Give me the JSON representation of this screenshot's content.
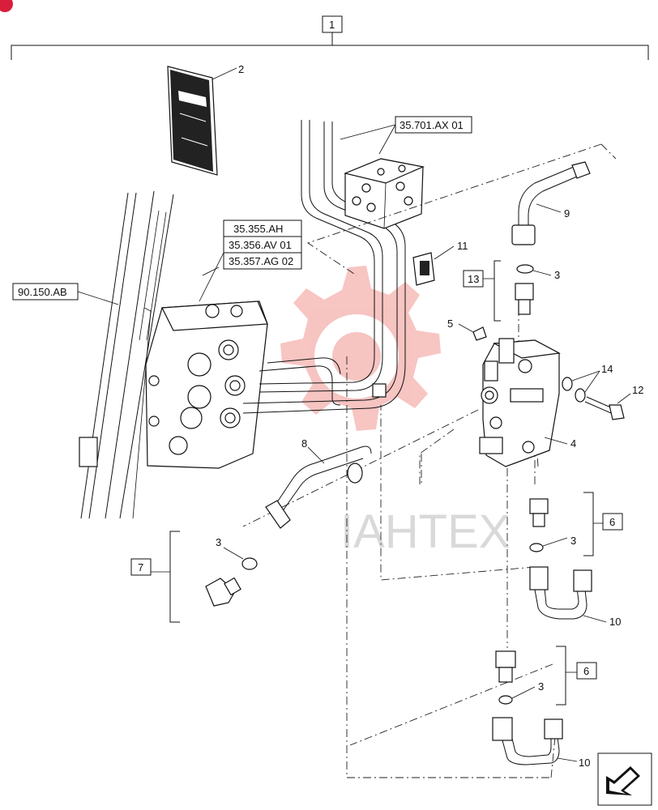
{
  "assembly_label": "1",
  "callouts": {
    "c2": "2",
    "c3a": "3",
    "c3b": "3",
    "c3c": "3",
    "c3d": "3",
    "c4": "4",
    "c5": "5",
    "c8": "8",
    "c9": "9",
    "c10a": "10",
    "c10b": "10",
    "c11": "11",
    "c12": "12",
    "c14": "14"
  },
  "kit_boxes": {
    "k6a": "6",
    "k6b": "6",
    "k7": "7",
    "k13": "13"
  },
  "references": {
    "r_35701": "35.701.AX 01",
    "r_35355": "35.355.AH",
    "r_35356": "35.356.AV 01",
    "r_35357": "35.357.AG 02",
    "r_90150": "90.150.AB"
  },
  "watermark": "IAHTEX",
  "colors": {
    "line": "#111111",
    "watermark": "#e8584f",
    "watermark_text": "#c9c9c9",
    "corner_logo": "#d81e3a"
  }
}
